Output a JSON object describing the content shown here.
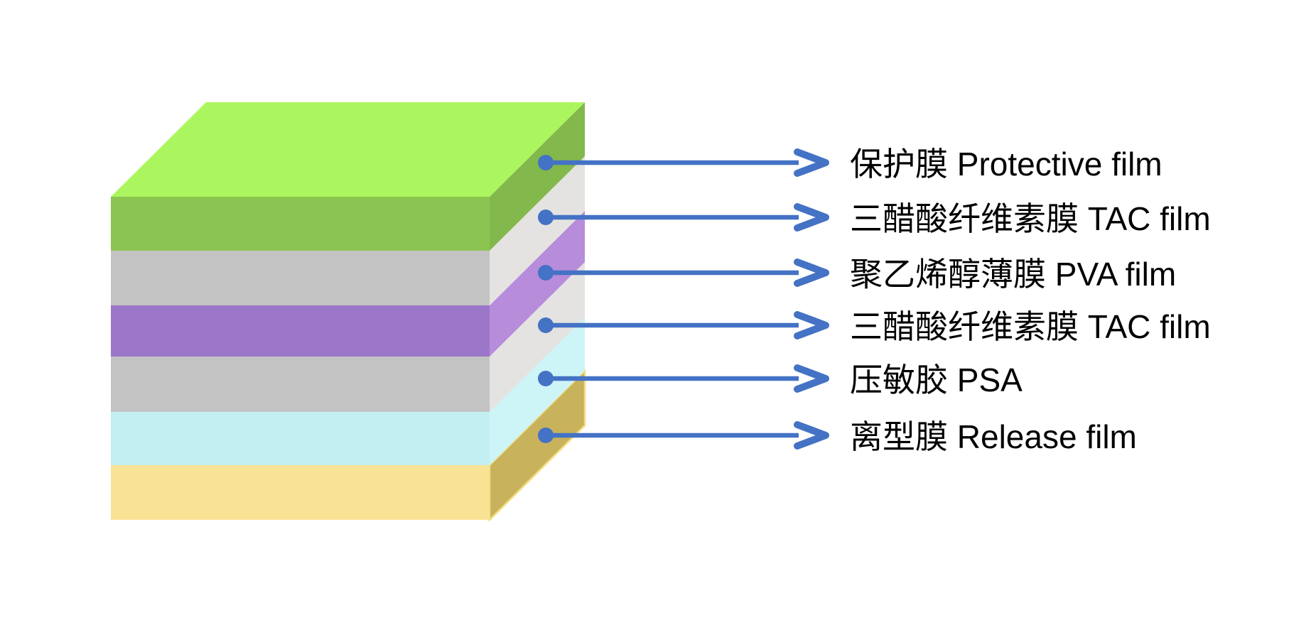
{
  "meta": {
    "background_color": "#ffffff",
    "description": "Layer stack diagram of a polarizer film with labeled layers"
  },
  "diagram": {
    "arrow_color": "#4472c4",
    "text_color": "#000000",
    "layers": [
      {
        "id": "protective-film",
        "label": "保护膜 Protective film",
        "top_color": "#abf65e",
        "front_color": "#8cc452",
        "side_color": "#83b84c"
      },
      {
        "id": "tac-film-upper",
        "label": "三醋酸纤维素膜 TAC film",
        "front_color": "#c3c3c3",
        "side_color": "#e4e3e1"
      },
      {
        "id": "pva-film",
        "label": "聚乙烯醇薄膜 PVA film",
        "front_color": "#9c76c9",
        "side_color": "#b78cdb"
      },
      {
        "id": "tac-film-lower",
        "label": "三醋酸纤维素膜 TAC film",
        "front_color": "#c3c3c3",
        "side_color": "#e4e3e1"
      },
      {
        "id": "psa",
        "label": "压敏胶 PSA",
        "front_color": "#c4eff2",
        "side_color": "#cdf4f6"
      },
      {
        "id": "release-film",
        "label": "离型膜 Release film",
        "front_color": "#f8e294",
        "side_color": "#c8b25c",
        "side_stroke": "#f3dd7e"
      }
    ]
  }
}
